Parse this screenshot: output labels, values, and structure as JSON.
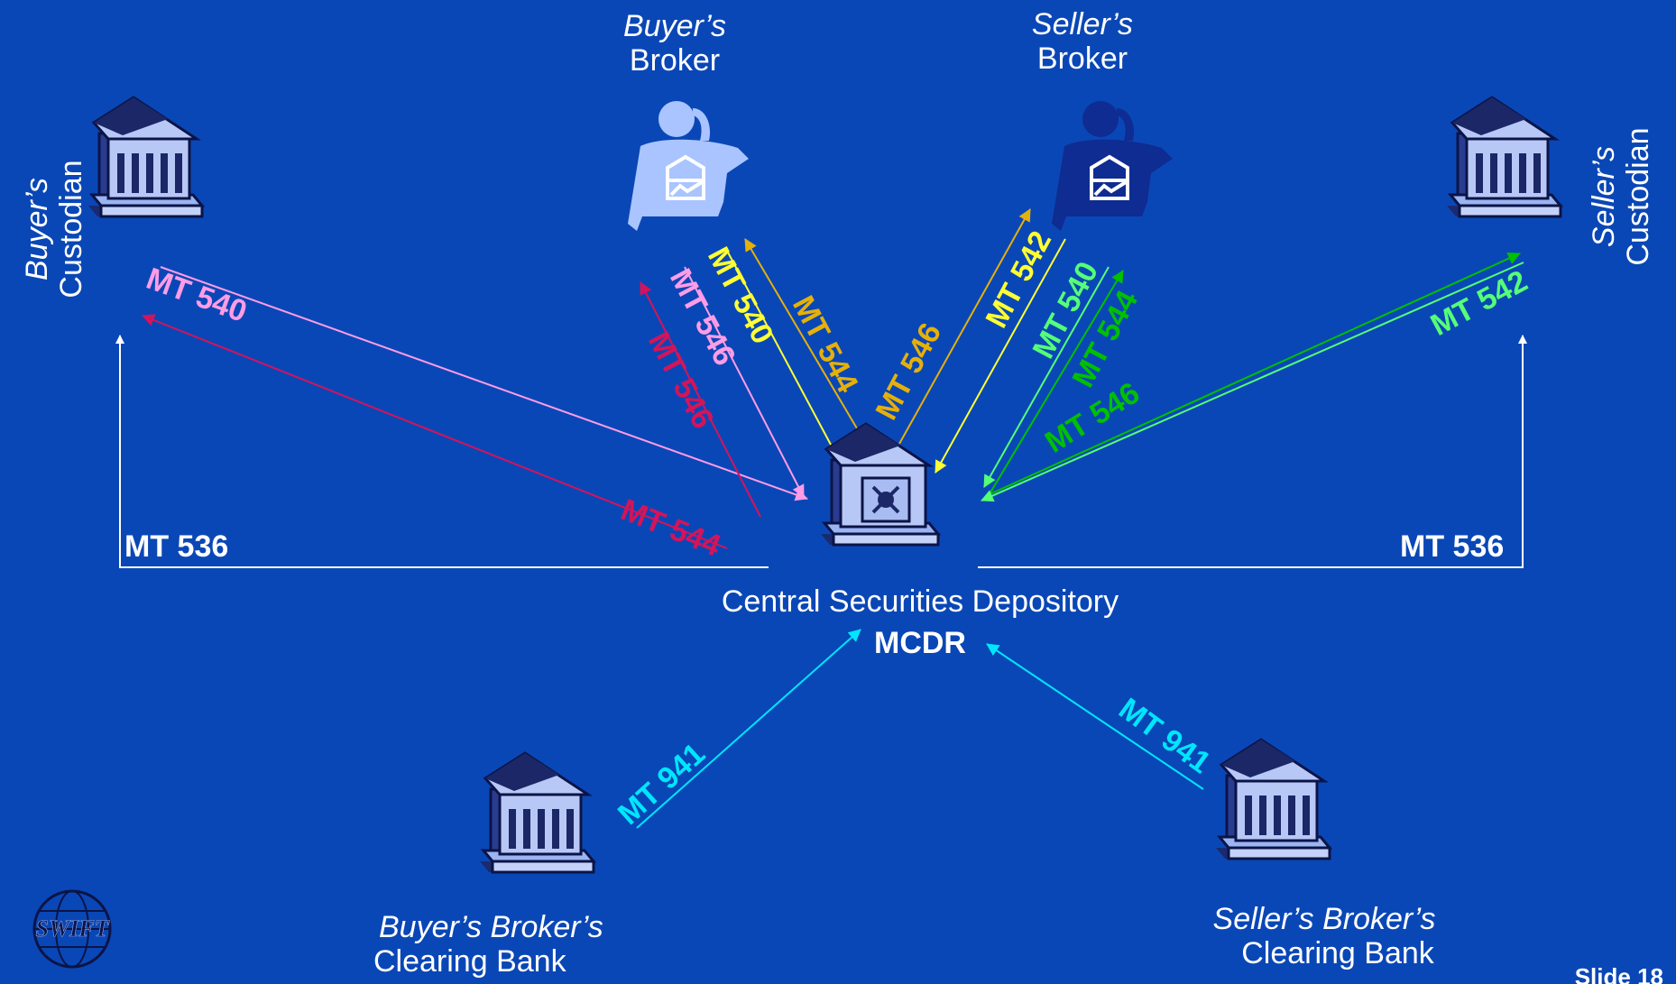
{
  "participants": {
    "buyer_custodian": {
      "line1": "Buyer’s",
      "line2": "Custodian"
    },
    "seller_custodian": {
      "line1": "Seller’s",
      "line2": "Custodian"
    },
    "buyer_broker": {
      "line1": "Buyer’s",
      "line2": "Broker"
    },
    "seller_broker": {
      "line1": "Seller’s",
      "line2": "Broker"
    },
    "csd": {
      "line1": "Central Securities Depository",
      "line2": "MCDR"
    },
    "buyer_clearing_bank": {
      "line1": "Buyer’s  Broker’s",
      "line2": "Clearing Bank"
    },
    "seller_clearing_bank": {
      "line1": "Seller’s Broker’s",
      "line2": "Clearing Bank"
    }
  },
  "messages": {
    "buyer_custodian_540": "MT 540",
    "buyer_custodian_544": "MT 544",
    "buyer_custodian_546": "MT 546",
    "buyer_custodian_536": "MT 536",
    "buyer_broker_546": "MT 546",
    "buyer_broker_540": "MT 540",
    "buyer_broker_544": "MT 544",
    "seller_broker_546": "MT 546",
    "seller_broker_542": "MT 542",
    "seller_broker_540": "MT 540",
    "seller_broker_544": "MT 544",
    "seller_custodian_546": "MT 546",
    "seller_custodian_542": "MT 542",
    "seller_custodian_536": "MT 536",
    "buyer_clearing_941": "MT 941",
    "seller_clearing_941": "MT 941"
  },
  "colors": {
    "background": "#0a47b6",
    "pink": "#ff9ce6",
    "crimson": "#d4145a",
    "yellow": "#ffff33",
    "gold": "#e6b00a",
    "green": "#00c000",
    "light_green": "#55ff77",
    "cyan": "#00e6ff",
    "white": "#ffffff"
  },
  "logo": {
    "text": "SWIFT"
  },
  "footer": {
    "slide": "Slide 18"
  }
}
